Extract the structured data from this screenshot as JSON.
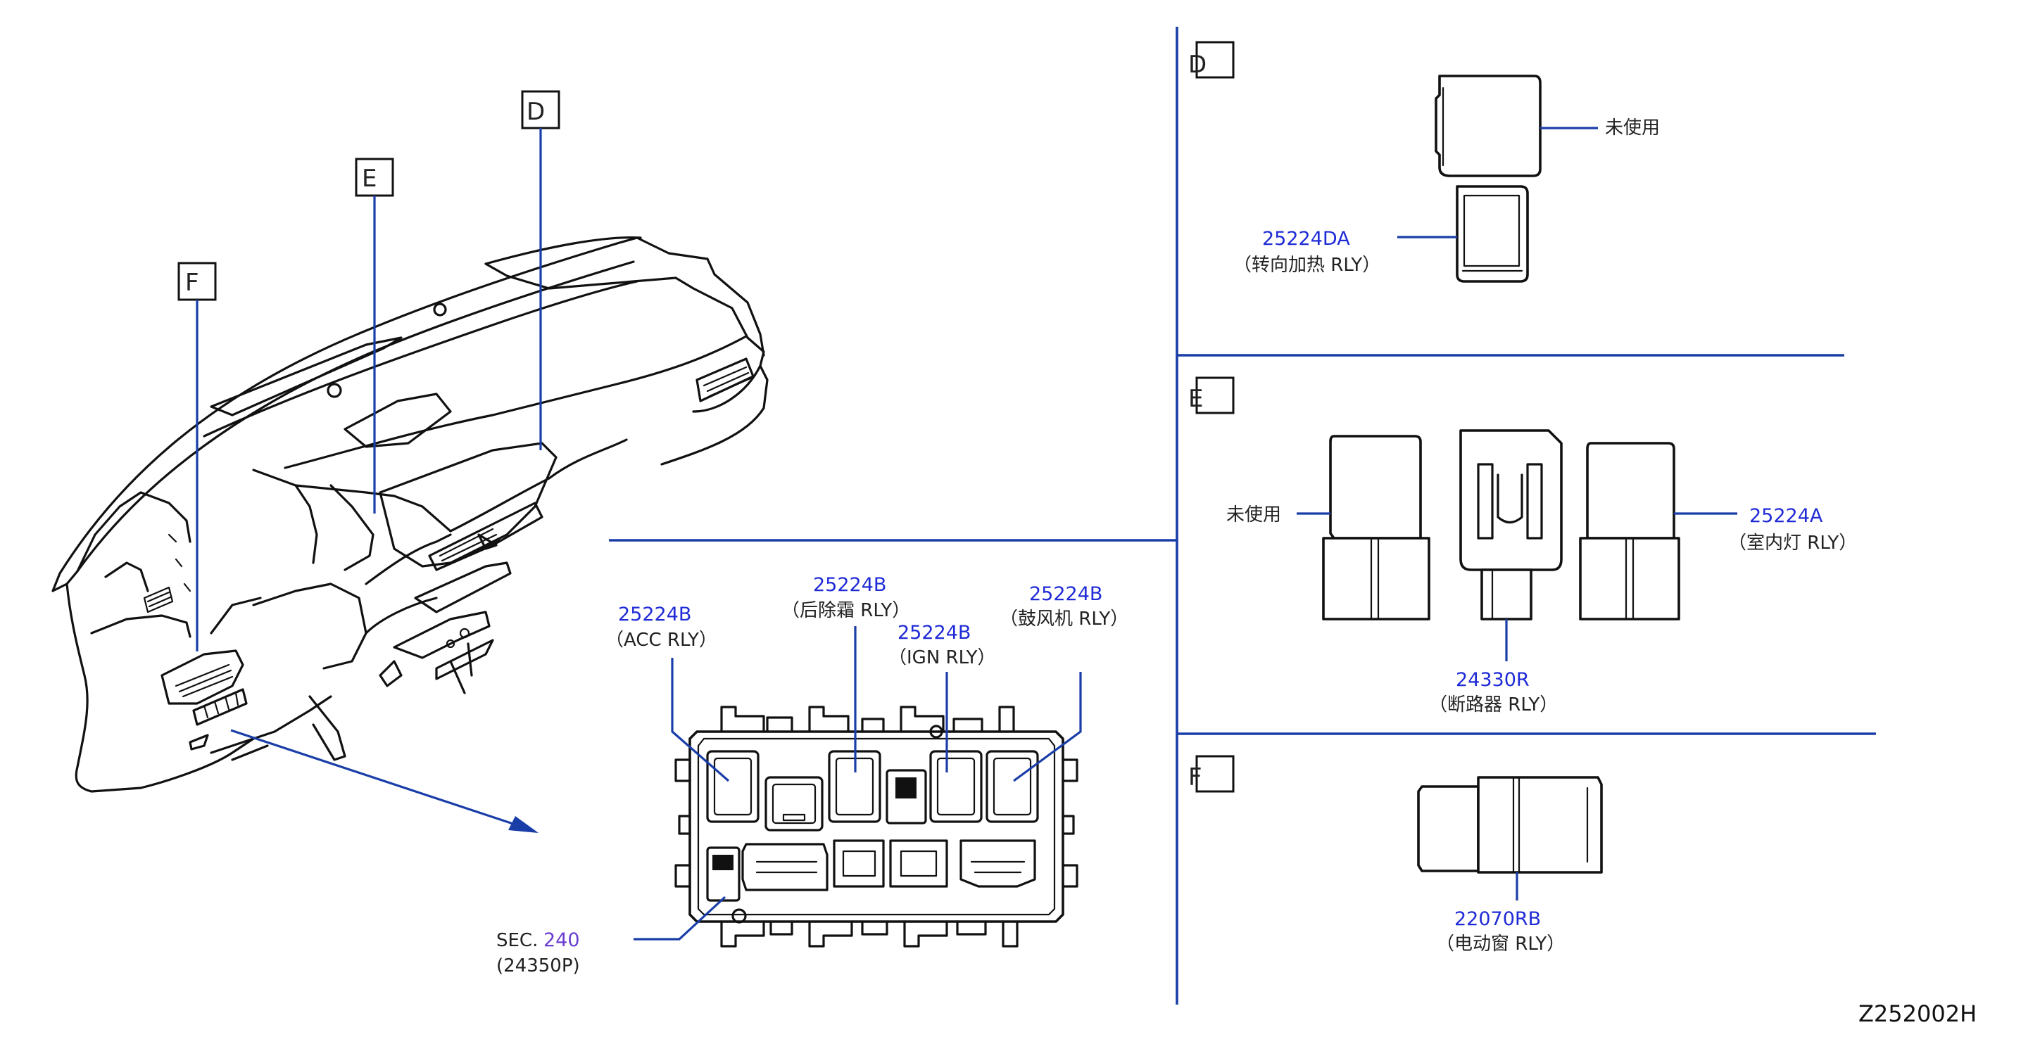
{
  "colors": {
    "part_number": "#1f2bd6",
    "leader": "#1a3ea8",
    "line": "#111111",
    "text": "#222222"
  },
  "views": {
    "d": "D",
    "e": "E",
    "f": "F"
  },
  "callouts": {
    "acc": {
      "pn": "25224B",
      "desc": "（ACC   RLY）"
    },
    "rear": {
      "pn": "25224B",
      "desc": "（后除霜 RLY）"
    },
    "ign": {
      "pn": "25224B",
      "desc": "（IGN   RLY）"
    },
    "blower": {
      "pn": "25224B",
      "desc": "（鼓风机 RLY）"
    },
    "sec": {
      "prefix": "SEC.",
      "num": "240",
      "sub": "(24350P)"
    },
    "d_unused": {
      "desc": "未使用"
    },
    "d_heat": {
      "pn": "25224DA",
      "desc": "（转向加热 RLY）"
    },
    "e_unused": {
      "desc": "未使用"
    },
    "e_room": {
      "pn": "25224A",
      "desc": "（室内灯 RLY）"
    },
    "e_breaker": {
      "pn": "24330R",
      "desc": "（断路器 RLY）"
    },
    "f_window": {
      "pn": "22070RB",
      "desc": "（电动窗 RLY）"
    }
  },
  "drawing_code": "Z252002H"
}
